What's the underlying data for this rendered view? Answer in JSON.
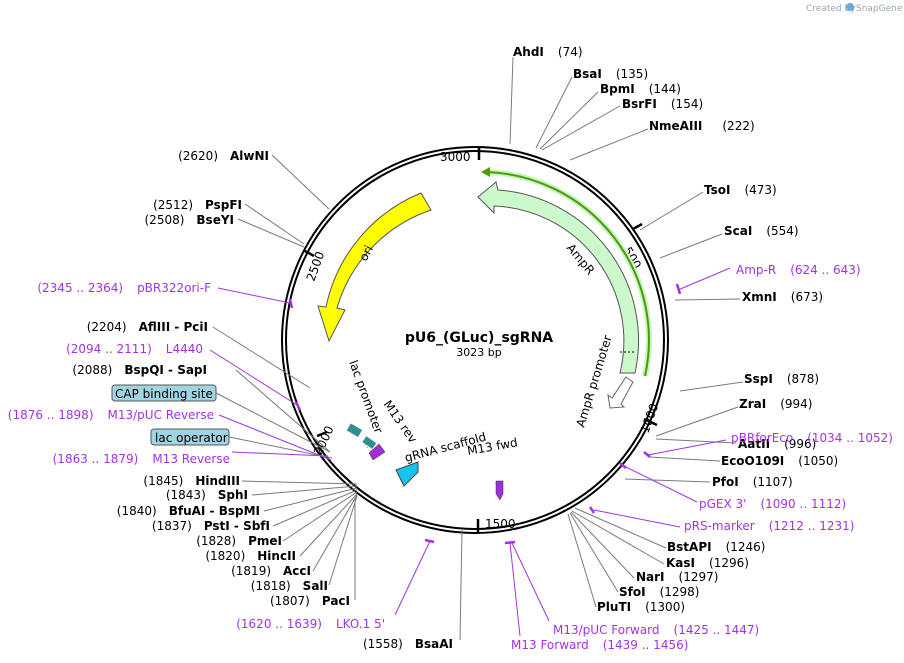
{
  "header": {
    "created_by": "Created by",
    "brand": "SnapGene"
  },
  "plasmid": {
    "name": "pU6_(GLuc)_sgRNA",
    "size": "3023 bp"
  },
  "ring_ticks": [
    "500",
    "1000",
    "1500",
    "2000",
    "2500",
    "3000"
  ],
  "features": {
    "ori": "ori",
    "ampr": "AmpR",
    "ampr_promoter": "AmpR promoter",
    "lac_promoter": "lac promoter",
    "m13_rev": "M13 rev",
    "grna_scaffold": "gRNA scaffold",
    "m13_fwd": "M13 fwd"
  },
  "boxed_features": [
    "CAP binding site",
    "lac operator"
  ],
  "enzymes": [
    {
      "name": "AhdI",
      "pos": "(74)"
    },
    {
      "name": "BsaI",
      "pos": "(135)"
    },
    {
      "name": "BpmI",
      "pos": "(144)"
    },
    {
      "name": "BsrFI",
      "pos": "(154)"
    },
    {
      "name": "NmeAIII",
      "pos": "(222)"
    },
    {
      "name": "TsoI",
      "pos": "(473)"
    },
    {
      "name": "ScaI",
      "pos": "(554)"
    },
    {
      "name": "XmnI",
      "pos": "(673)"
    },
    {
      "name": "SspI",
      "pos": "(878)"
    },
    {
      "name": "ZraI",
      "pos": "(994)"
    },
    {
      "name": "AatII",
      "pos": "(996)"
    },
    {
      "name": "EcoO109I",
      "pos": "(1050)"
    },
    {
      "name": "PfoI",
      "pos": "(1107)"
    },
    {
      "name": "BstAPI",
      "pos": "(1246)"
    },
    {
      "name": "KasI",
      "pos": "(1296)"
    },
    {
      "name": "NarI",
      "pos": "(1297)"
    },
    {
      "name": "SfoI",
      "pos": "(1298)"
    },
    {
      "name": "PluTI",
      "pos": "(1300)"
    },
    {
      "name": "BsaAI",
      "pos": "(1558)"
    },
    {
      "name": "PacI",
      "pos": "(1807)"
    },
    {
      "name": "SalI",
      "pos": "(1818)"
    },
    {
      "name": "AccI",
      "pos": "(1819)"
    },
    {
      "name": "HincII",
      "pos": "(1820)"
    },
    {
      "name": "PmeI",
      "pos": "(1828)"
    },
    {
      "name": "PstI - SbfI",
      "pos": "(1837)"
    },
    {
      "name": "BfuAI - BspMI",
      "pos": "(1840)"
    },
    {
      "name": "SphI",
      "pos": "(1843)"
    },
    {
      "name": "HindIII",
      "pos": "(1845)"
    },
    {
      "name": "BspQI - SapI",
      "pos": "(2088)"
    },
    {
      "name": "AflIII - PciI",
      "pos": "(2204)"
    },
    {
      "name": "BseYI",
      "pos": "(2508)"
    },
    {
      "name": "PspFI",
      "pos": "(2512)"
    },
    {
      "name": "AlwNI",
      "pos": "(2620)"
    }
  ],
  "primers": [
    {
      "name": "Amp-R",
      "range": "(624 .. 643)"
    },
    {
      "name": "pBRforEco",
      "range": "(1034 .. 1052)"
    },
    {
      "name": "pGEX 3'",
      "range": "(1090 .. 1112)"
    },
    {
      "name": "pRS-marker",
      "range": "(1212 .. 1231)"
    },
    {
      "name": "M13/pUC Forward",
      "range": "(1425 .. 1447)"
    },
    {
      "name": "M13 Forward",
      "range": "(1439 .. 1456)"
    },
    {
      "name": "LKO.1 5'",
      "range": "(1620 .. 1639)"
    },
    {
      "name": "M13 Reverse",
      "range": "(1863 .. 1879)"
    },
    {
      "name": "M13/pUC Reverse",
      "range": "(1876 .. 1898)"
    },
    {
      "name": "L4440",
      "range": "(2094 .. 2111)"
    },
    {
      "name": "pBR322ori-F",
      "range": "(2345 .. 2364)"
    }
  ],
  "colors": {
    "ori": "#ffff00",
    "ampr": "#ccf9cc",
    "ampr_line": "#4e9a06",
    "primer": "#a333e0",
    "grna": "#16c5ef",
    "lac": "#2f8f8f",
    "box_fill": "#9fd5e2"
  }
}
